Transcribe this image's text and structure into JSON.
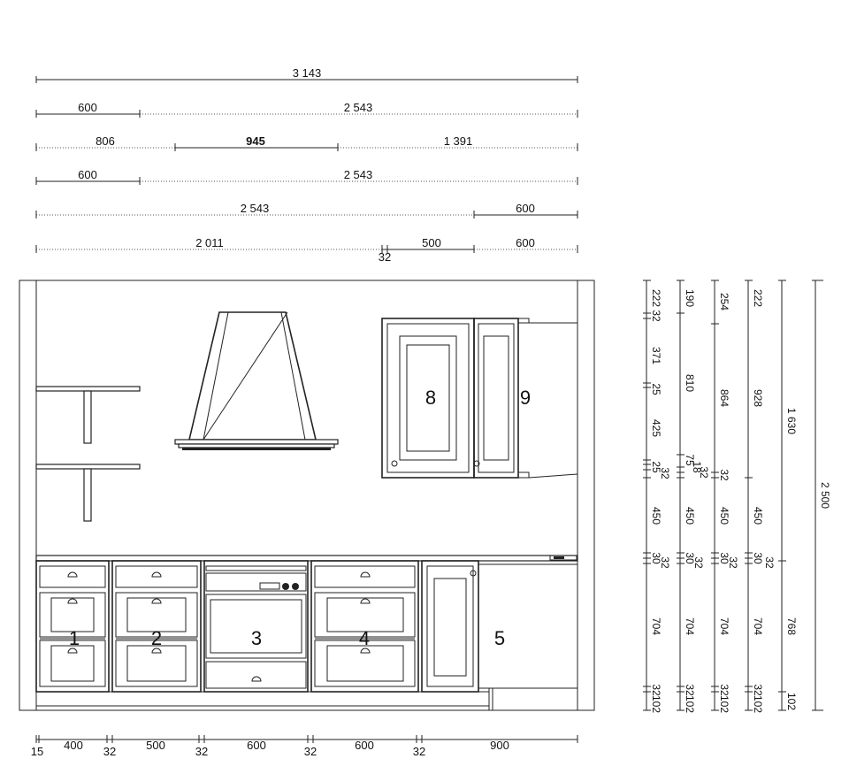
{
  "top_dimensions": [
    {
      "row": 1,
      "labels": [
        "3 143"
      ]
    },
    {
      "row": 2,
      "labels": [
        "600",
        "2 543"
      ]
    },
    {
      "row": 3,
      "labels": [
        "806",
        "945",
        "1 391"
      ]
    },
    {
      "row": 4,
      "labels": [
        "600",
        "2 543"
      ]
    },
    {
      "row": 5,
      "labels": [
        "2 543",
        "600"
      ]
    },
    {
      "row": 6,
      "labels": [
        "2 011",
        "500",
        "600",
        "32"
      ]
    }
  ],
  "bottom_dimensions": [
    "15",
    "400",
    "32",
    "500",
    "32",
    "600",
    "32",
    "600",
    "32",
    "900"
  ],
  "units": [
    "1",
    "2",
    "3",
    "4",
    "5",
    "8",
    "9"
  ],
  "vertical_dimensions": {
    "col1": [
      "222",
      "32",
      "371",
      "25",
      "425",
      "25",
      "32",
      "450",
      "30",
      "32",
      "704",
      "32",
      "102"
    ],
    "col2": [
      "190",
      "810",
      "75",
      "18",
      "32",
      "450",
      "30",
      "32",
      "704",
      "32",
      "102"
    ],
    "col3": [
      "254",
      "864",
      "32",
      "450",
      "30",
      "32",
      "704",
      "32",
      "102"
    ],
    "col4": [
      "222",
      "928",
      "450",
      "30",
      "32",
      "704",
      "32",
      "102"
    ],
    "col5": [
      "1 630",
      "768",
      "102"
    ],
    "total": [
      "2 500"
    ]
  }
}
